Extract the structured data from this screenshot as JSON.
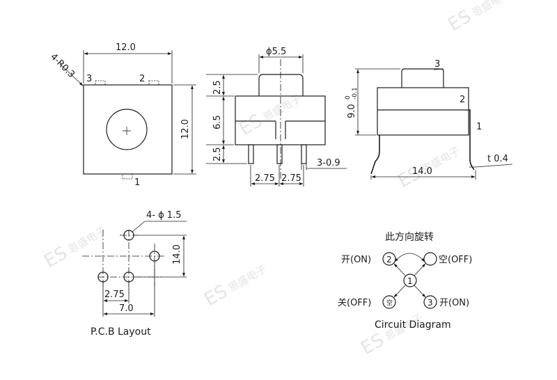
{
  "watermark": {
    "logo_text": "ES",
    "company_text": "恩盛电子"
  },
  "top_view": {
    "width_dim": "12.0",
    "height_dim": "12.0",
    "radius_note": "4-R0.3",
    "pin_labels": [
      "3",
      "2",
      "1"
    ]
  },
  "front_view": {
    "button_dim": "ϕ5.5",
    "heights": [
      "2.5",
      "6.5",
      "2.5"
    ],
    "pin_spacing": [
      "2.75",
      "2.75"
    ],
    "pin_note": "3-0.9"
  },
  "side_view": {
    "height_dim": "9.0",
    "tol_upper": "0",
    "tol_lower": "-0.1",
    "width_dim": "14.0",
    "thickness_note": "t 0.4",
    "pin_labels": [
      "3",
      "2",
      "1"
    ]
  },
  "pcb_layout": {
    "hole_note": "4- ϕ 1.5",
    "height_dim": "14.0",
    "spacing_small": "2.75",
    "spacing_total": "7.0",
    "caption": "P.C.B Layout"
  },
  "circuit_diagram": {
    "direction_text": "此方向旋转",
    "labels": {
      "open_on_left": "开(ON)",
      "empty_off": "空(OFF)",
      "close_off": "关(OFF)",
      "open_on_right": "开(ON)"
    },
    "node_labels": [
      "2",
      "1",
      "3",
      "空"
    ],
    "caption": "Circuit Diagram"
  }
}
